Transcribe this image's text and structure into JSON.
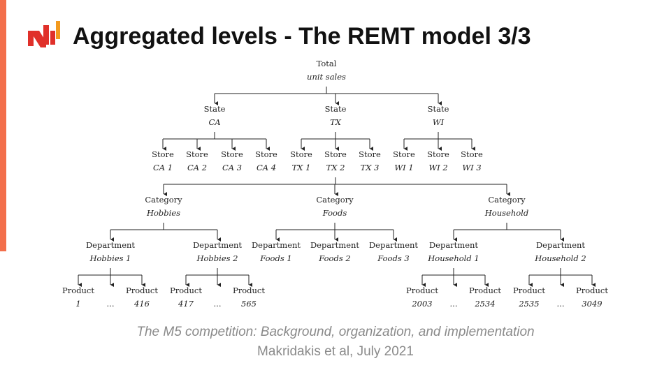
{
  "slide": {
    "title": "Aggregated levels - The REMT model 3/3",
    "caption": "The M5 competition: Background, organization, and implementation",
    "authors": "Makridakis et al, July 2021",
    "colors": {
      "accent": "#f36f4b",
      "logo_red": "#e0302a",
      "logo_orange": "#f39a1e"
    }
  },
  "tree": {
    "root": {
      "label": "Total",
      "value": "unit sales"
    },
    "states": [
      {
        "label": "State",
        "value": "CA"
      },
      {
        "label": "State",
        "value": "TX"
      },
      {
        "label": "State",
        "value": "WI"
      }
    ],
    "stores": [
      {
        "label": "Store",
        "value": "CA 1"
      },
      {
        "label": "Store",
        "value": "CA 2"
      },
      {
        "label": "Store",
        "value": "CA 3"
      },
      {
        "label": "Store",
        "value": "CA 4"
      },
      {
        "label": "Store",
        "value": "TX 1"
      },
      {
        "label": "Store",
        "value": "TX 2"
      },
      {
        "label": "Store",
        "value": "TX 3"
      },
      {
        "label": "Store",
        "value": "WI 1"
      },
      {
        "label": "Store",
        "value": "WI 2"
      },
      {
        "label": "Store",
        "value": "WI 3"
      }
    ],
    "categories": [
      {
        "label": "Category",
        "value": "Hobbies"
      },
      {
        "label": "Category",
        "value": "Foods"
      },
      {
        "label": "Category",
        "value": "Household"
      }
    ],
    "departments": [
      {
        "label": "Department",
        "value": "Hobbies 1"
      },
      {
        "label": "Department",
        "value": "Hobbies 2"
      },
      {
        "label": "Department",
        "value": "Foods 1"
      },
      {
        "label": "Department",
        "value": "Foods 2"
      },
      {
        "label": "Department",
        "value": "Foods 3"
      },
      {
        "label": "Department",
        "value": "Household 1"
      },
      {
        "label": "Department",
        "value": "Household 2"
      }
    ],
    "products": [
      {
        "label": "Product",
        "value": "1"
      },
      {
        "label": "Product",
        "value": "416"
      },
      {
        "label": "Product",
        "value": "417"
      },
      {
        "label": "Product",
        "value": "565"
      },
      {
        "label": "Product",
        "value": "2003"
      },
      {
        "label": "Product",
        "value": "2534"
      },
      {
        "label": "Product",
        "value": "2535"
      },
      {
        "label": "Product",
        "value": "3049"
      }
    ],
    "ellipsis": "..."
  }
}
